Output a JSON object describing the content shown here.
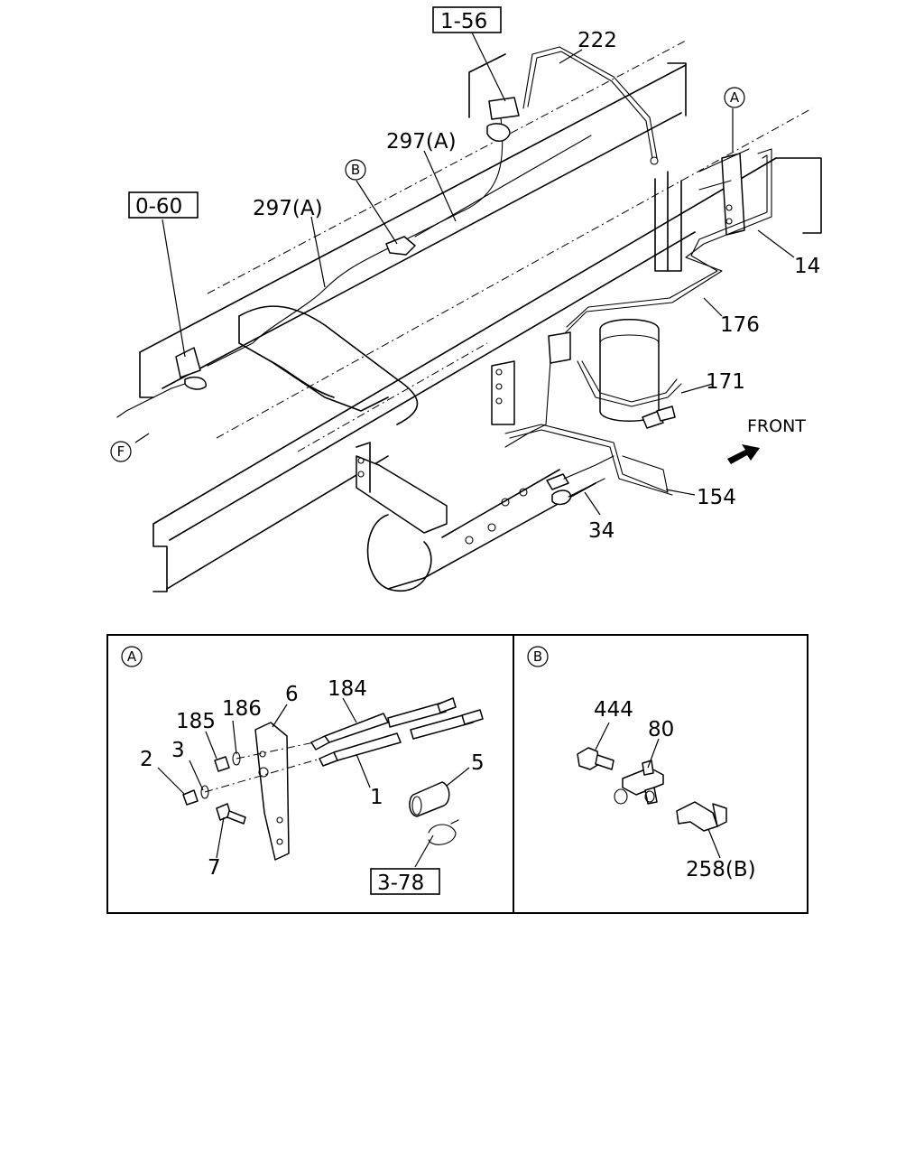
{
  "callouts": {
    "c222": "222",
    "c297a_upper": "297(A)",
    "c297a_lower": "297(A)",
    "c14": "14",
    "c176": "176",
    "c171": "171",
    "c154": "154",
    "c34": "34",
    "c184": "184",
    "c6": "6",
    "c186": "186",
    "c185": "185",
    "c3": "3",
    "c2": "2",
    "c1": "1",
    "c5": "5",
    "c7": "7",
    "c444": "444",
    "c80": "80",
    "c258b": "258(B)"
  },
  "refs": {
    "r1_56": "1-56",
    "r0_60": "0-60",
    "r3_78": "3-78"
  },
  "circles": {
    "a_top": "A",
    "b_top": "B",
    "f_left": "F",
    "detail_a": "A",
    "detail_b": "B"
  },
  "direction": {
    "front": "FRONT"
  }
}
